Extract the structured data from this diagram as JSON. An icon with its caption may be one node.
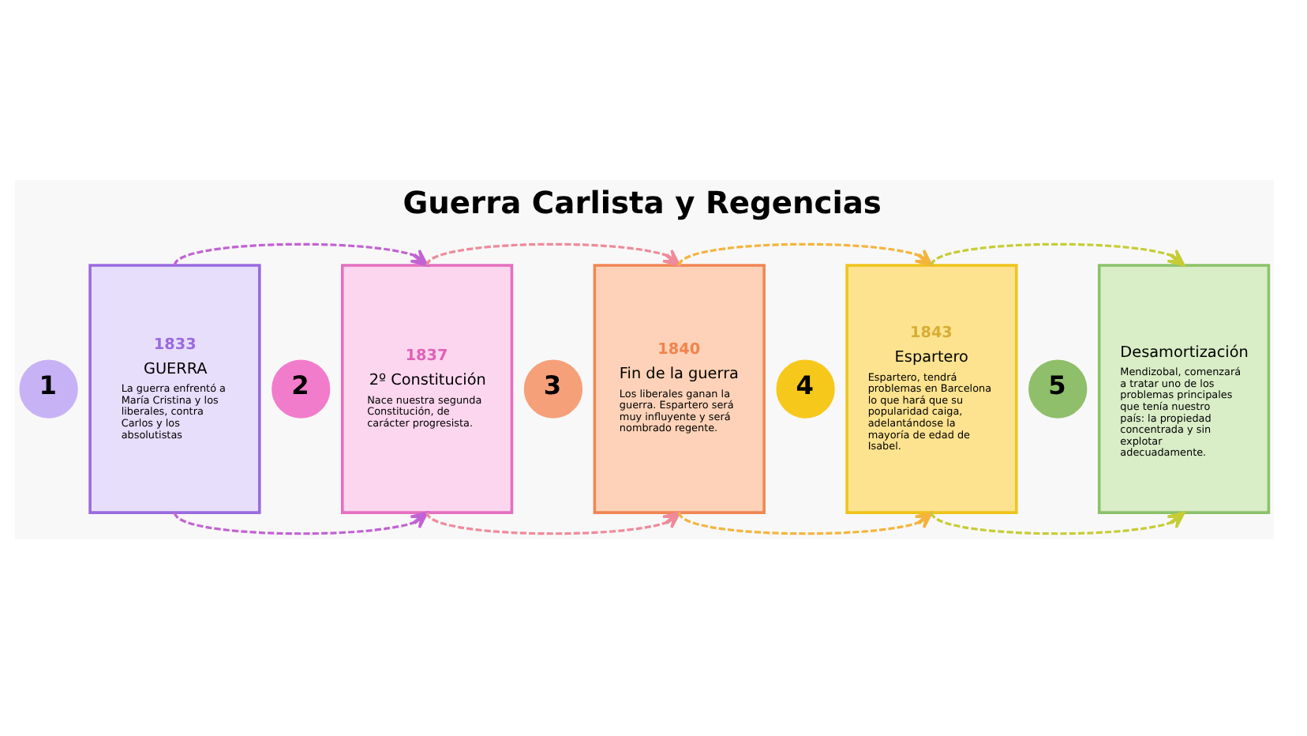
{
  "diagram": {
    "title": "Guerra Carlista y Regencias",
    "nodes": [
      {
        "text": [
          "1833",
          "GUERRA",
          "La guerra enfrentó a María Cristina y los liberales, contra Carlos y los absolutistas"
        ]
      },
      {
        "text": [
          "1"
        ]
      },
      {
        "text": [
          "1837",
          "2º Constitución",
          "Nace nuestra segunda Constitución, de carácter progresista."
        ]
      },
      {
        "text": [
          "2"
        ]
      },
      {
        "text": [
          "1840",
          "Fin de la guerra",
          "Los liberales ganan la guerra. Espartero será muy influyente y será nombrado regente."
        ]
      },
      {
        "text": [
          "3"
        ]
      },
      {
        "text": [
          "1843",
          "Espartero",
          "Espartero, tendrá problemas en Barcelona lo que hará que su popularidad caiga, adelantándose la mayoría de edad de Isabel."
        ]
      },
      {
        "text": [
          "4"
        ]
      },
      {
        "text": [
          "Desamortización",
          "Mendizobal, comenzará a tratar uno de los problemas principales que tenía nuestro país: la propiedad concentrada y sin explotar adecuadamente."
        ]
      },
      {
        "text": [
          "5"
        ]
      }
    ],
    "edges": [
      {
        "from": 0,
        "to": 2,
        "arrow": "to",
        "style": "dashed",
        "color": "#c262d4"
      },
      {
        "from": 2,
        "to": 4,
        "arrow": "to",
        "style": "dashed",
        "color": "#ef8a9a"
      },
      {
        "from": 4,
        "to": 6,
        "arrow": "to",
        "style": "dashed",
        "color": "#f4b43c"
      },
      {
        "from": 6,
        "to": 8,
        "arrow": "to",
        "style": "dashed",
        "color": "#c6cc35"
      },
      {
        "from": 0,
        "to": 2,
        "arrow": "to",
        "style": "dashed",
        "color": "#c262d4"
      },
      {
        "from": 2,
        "to": 4,
        "arrow": "to",
        "style": "dashed",
        "color": "#ef8a9a"
      },
      {
        "from": 4,
        "to": 6,
        "arrow": "to",
        "style": "dashed",
        "color": "#f4b43c"
      },
      {
        "from": 6,
        "to": 8,
        "arrow": "to",
        "style": "dashed",
        "color": "#c6cc35"
      }
    ]
  }
}
